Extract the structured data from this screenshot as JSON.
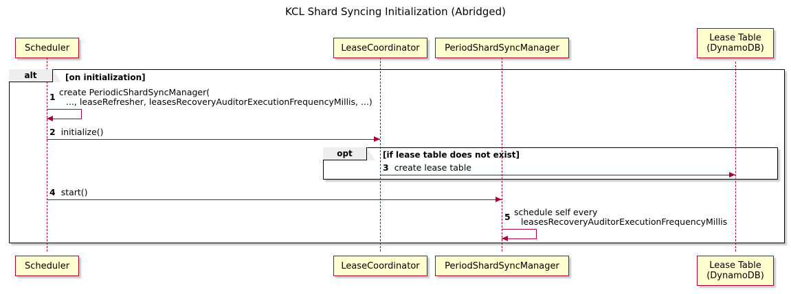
{
  "title": "KCL Shard Syncing Initialization (Abridged)",
  "participants": [
    {
      "id": "scheduler",
      "label": "Scheduler",
      "label_line2": ""
    },
    {
      "id": "leasecoordinator",
      "label": "LeaseCoordinator",
      "label_line2": ""
    },
    {
      "id": "periodshardsyncmanager",
      "label": "PeriodShardSyncManager",
      "label_line2": ""
    },
    {
      "id": "leasetable",
      "label": "Lease Table",
      "label_line2": "(DynamoDB)"
    }
  ],
  "fragments": [
    {
      "id": "alt",
      "type": "alt",
      "guard": "[on initialization]"
    },
    {
      "id": "opt",
      "type": "opt",
      "guard": "[if lease table does not exist]"
    }
  ],
  "messages": [
    {
      "seq": "1",
      "from": "scheduler",
      "to": "scheduler",
      "self": true,
      "line1": "create PeriodicShardSyncManager(",
      "line2": "..., leaseRefresher, leasesRecoveryAuditorExecutionFrequencyMillis, ...)"
    },
    {
      "seq": "2",
      "from": "scheduler",
      "to": "leasecoordinator",
      "self": false,
      "line1": "initialize()",
      "line2": ""
    },
    {
      "seq": "3",
      "from": "leasecoordinator",
      "to": "leasetable",
      "self": false,
      "line1": "create lease table",
      "line2": ""
    },
    {
      "seq": "4",
      "from": "scheduler",
      "to": "periodshardsyncmanager",
      "self": false,
      "line1": "start()",
      "line2": ""
    },
    {
      "seq": "5",
      "from": "periodshardsyncmanager",
      "to": "periodshardsyncmanager",
      "self": true,
      "line1": "schedule self every",
      "line2": "leasesRecoveryAuditorExecutionFrequencyMillis"
    }
  ],
  "colors": {
    "participant_fill": "#FEFECE",
    "participant_border": "#A80036",
    "arrow": "#A80036",
    "fragment_border": "#000000",
    "fragment_label_fill": "#EEEEEE",
    "background": "#FFFFFF",
    "text": "#000000"
  }
}
